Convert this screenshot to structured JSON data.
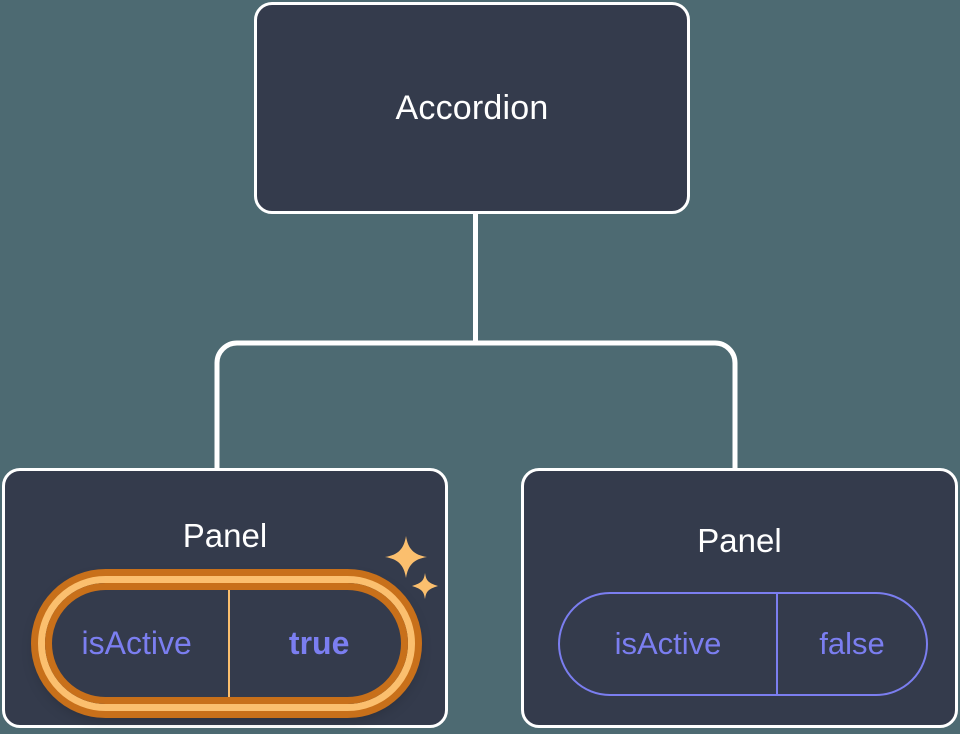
{
  "theme": {
    "background": "#4d6a72",
    "node_fill": "#343b4c",
    "node_border": "#ffffff",
    "connector": "#ffffff",
    "prop_text": "#7b7ef0",
    "prop_border": "#7b7ef0",
    "highlight_inner": "#fbbf6e",
    "highlight_outer": "#c8701a",
    "sparkle": "#fbbf6e"
  },
  "tree": {
    "root": {
      "title": "Accordion"
    },
    "children": [
      {
        "title": "Panel",
        "prop": {
          "key": "isActive",
          "value": "true"
        },
        "highlighted": true,
        "sparkles": [
          {
            "name": "sparkle-large"
          },
          {
            "name": "sparkle-small"
          }
        ]
      },
      {
        "title": "Panel",
        "prop": {
          "key": "isActive",
          "value": "false"
        },
        "highlighted": false
      }
    ]
  }
}
